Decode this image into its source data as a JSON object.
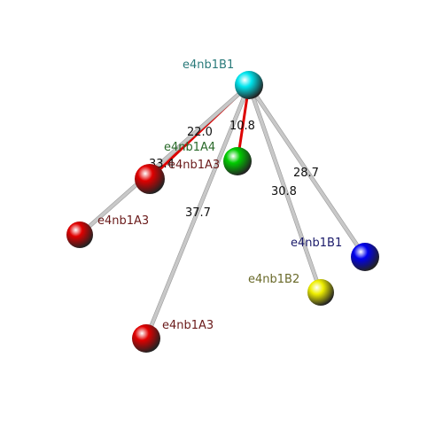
{
  "diagram": {
    "colors": {
      "red": "#e00000",
      "green": "#00cc00",
      "cyan": "#00e5ee",
      "blue": "#0000ee",
      "yellow": "#eeee00",
      "bond_red": "#dd0000",
      "bond_grey": "#c8c8c8"
    },
    "label_colors": {
      "teal": "#2a7a7a",
      "darkred": "#6a1a1a",
      "darkgreen": "#2a6a2a",
      "navy": "#1a1a6a",
      "olive": "#6a6a2a",
      "black": "#111111"
    },
    "atoms": [
      {
        "id": "hub",
        "label": "e4nb1B1",
        "color": "cyan",
        "label_color": "teal"
      },
      {
        "id": "green",
        "label": "e4nb1A4",
        "color": "green",
        "label_color": "darkgreen"
      },
      {
        "id": "red_mid",
        "label": "e4nb1A3",
        "color": "red",
        "label_color": "darkred"
      },
      {
        "id": "red_left",
        "label": "e4nb1A3",
        "color": "red",
        "label_color": "darkred"
      },
      {
        "id": "red_bottom",
        "label": "e4nb1A3",
        "color": "red",
        "label_color": "darkred"
      },
      {
        "id": "blue",
        "label": "e4nb1B1",
        "color": "blue",
        "label_color": "navy"
      },
      {
        "id": "yellow",
        "label": "e4nb1B2",
        "color": "yellow",
        "label_color": "olive"
      }
    ],
    "bonds": [
      {
        "from": "hub",
        "to": "green",
        "kind": "red",
        "distance": "10.8"
      },
      {
        "from": "hub",
        "to": "red_mid",
        "kind": "red",
        "distance": "22.0"
      },
      {
        "from": "hub",
        "to": "red_left",
        "kind": "grey",
        "distance": "33.4"
      },
      {
        "from": "hub",
        "to": "red_bottom",
        "kind": "grey",
        "distance": "37.7"
      },
      {
        "from": "hub",
        "to": "yellow",
        "kind": "grey",
        "distance": "30.8"
      },
      {
        "from": "hub",
        "to": "blue",
        "kind": "grey",
        "distance": "28.7"
      }
    ]
  }
}
